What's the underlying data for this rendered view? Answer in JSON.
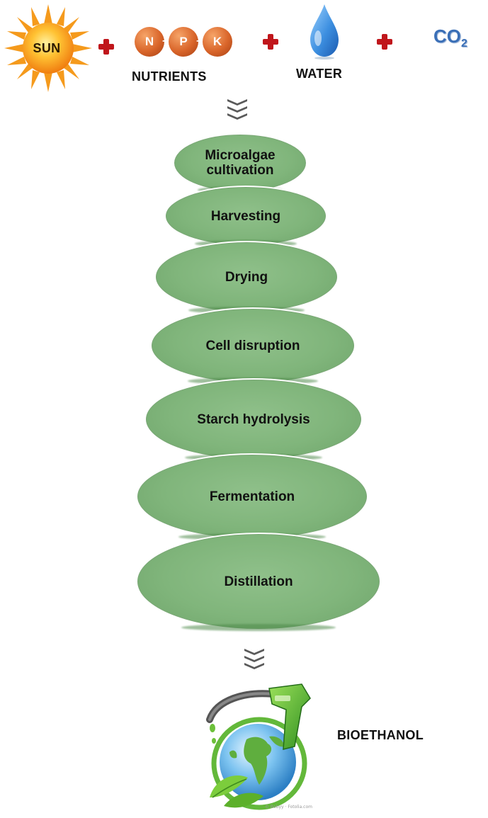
{
  "inputs": {
    "sun_label": "SUN",
    "npk_letters": [
      "N",
      "P",
      "K"
    ],
    "nutrients_label": "NUTRIENTS",
    "water_label": "WATER",
    "co2_label": "CO",
    "co2_subscript": "2"
  },
  "steps": [
    "Microalgae cultivation",
    "Harvesting",
    "Drying",
    "Cell disruption",
    "Starch hydrolysis",
    "Fermentation",
    "Distillation"
  ],
  "output": {
    "label": "BIOETHANOL",
    "credit": "© Bobyy · Fotolia.com"
  },
  "colors": {
    "step_fill": "#80b57b",
    "plus_sign": "#c0161b",
    "sun": "#f5a623",
    "npk": "#d9652a",
    "water": "#2f7fd1",
    "co2": "#3a6fb7"
  }
}
